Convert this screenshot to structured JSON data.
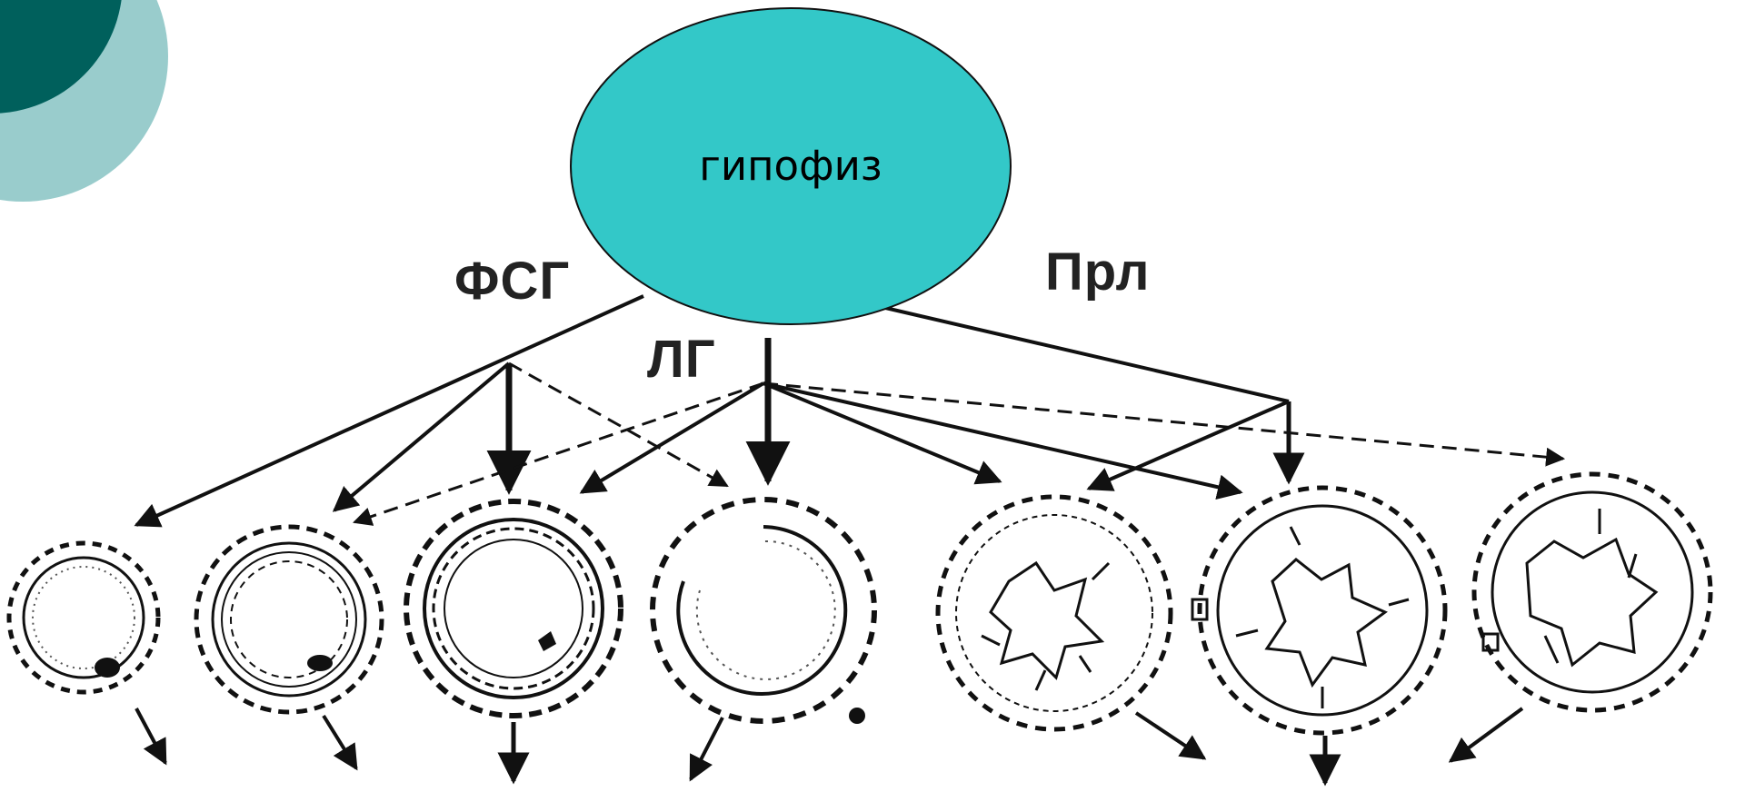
{
  "gland": {
    "label": "гипофиз",
    "fill": "#33c8c8"
  },
  "hormones": {
    "fsg": "ФСГ",
    "lg": "ЛГ",
    "prl": "Прл"
  },
  "colors": {
    "corner_dark": "#00605c",
    "corner_light": "#99cccc",
    "ink": "#111111"
  },
  "follicle_count": 7
}
